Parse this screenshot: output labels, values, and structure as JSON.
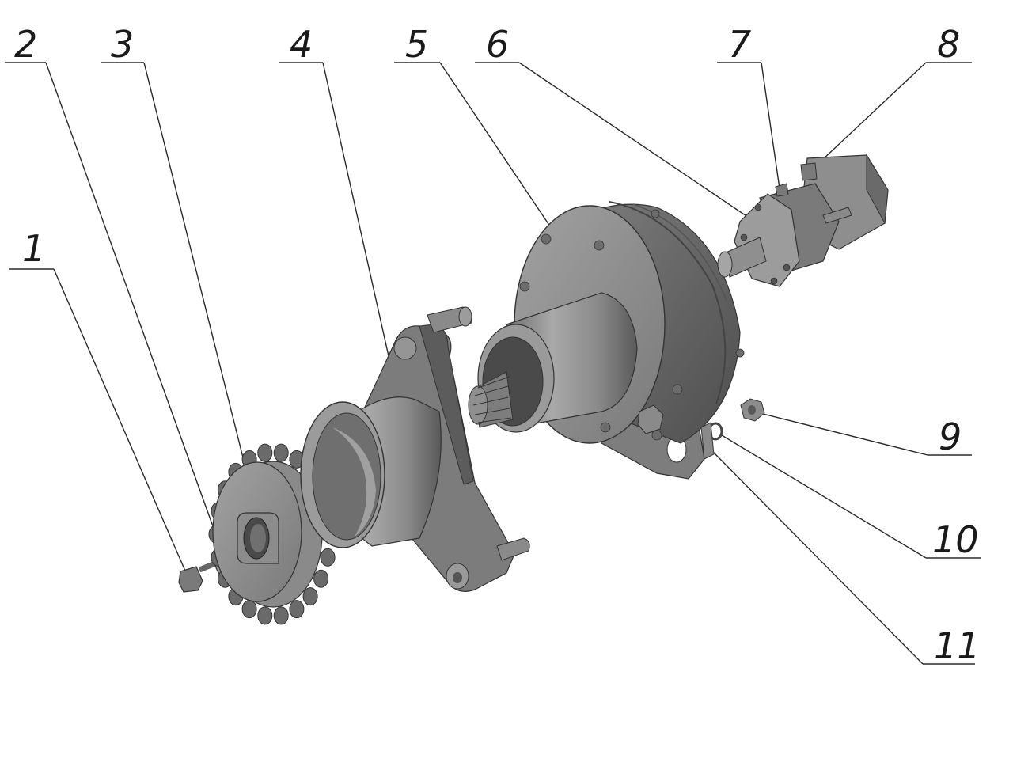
{
  "diagram": {
    "callouts": [
      {
        "id": "1",
        "label": "1"
      },
      {
        "id": "2",
        "label": "2"
      },
      {
        "id": "3",
        "label": "3"
      },
      {
        "id": "4",
        "label": "4"
      },
      {
        "id": "5",
        "label": "5"
      },
      {
        "id": "6",
        "label": "6"
      },
      {
        "id": "7",
        "label": "7"
      },
      {
        "id": "8",
        "label": "8"
      },
      {
        "id": "9",
        "label": "9"
      },
      {
        "id": "10",
        "label": "10"
      },
      {
        "id": "11",
        "label": "11"
      }
    ],
    "parts": [
      {
        "id": "bolt",
        "icon": "bolt-icon"
      },
      {
        "id": "washer",
        "icon": "washer-icon"
      },
      {
        "id": "sprocket",
        "icon": "sprocket-icon"
      },
      {
        "id": "bracket",
        "icon": "bracket-icon"
      },
      {
        "id": "gearbox",
        "icon": "gearbox-icon"
      },
      {
        "id": "hydraulic-motor",
        "icon": "hydraulic-motor-icon"
      },
      {
        "id": "nut",
        "icon": "nut-icon"
      },
      {
        "id": "spring-washer",
        "icon": "spring-washer-icon"
      },
      {
        "id": "plate",
        "icon": "plate-icon"
      }
    ],
    "colors": {
      "body": "#8e8e8e",
      "body_dark": "#5c5c5c",
      "body_light": "#b3b3b3",
      "line": "#2a2a2a"
    }
  }
}
